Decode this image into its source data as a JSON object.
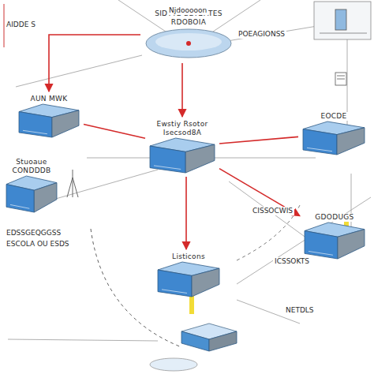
{
  "diagram": {
    "nodes": [
      {
        "text": [
          "SIDTTE BETDATES",
          "RDOBOIA"
        ]
      },
      {
        "text": [
          "AUN MWK"
        ]
      },
      {
        "text": [
          "Stuoaue",
          "CONDDDB"
        ]
      },
      {
        "text": [
          "Ewstiy Rsotor",
          "Isecsod8A"
        ]
      },
      {
        "text": [
          "EOCDE"
        ]
      },
      {
        "text": [
          "GDODUGS"
        ]
      },
      {
        "text": [
          "Listicons"
        ]
      }
    ],
    "edges": [
      {
        "from": 0,
        "to": 3,
        "arrow": "to"
      },
      {
        "from": 0,
        "to": 1,
        "arrow": "to"
      },
      {
        "from": 3,
        "to": 1,
        "arrow": "none"
      },
      {
        "from": 3,
        "to": 4,
        "arrow": "none"
      },
      {
        "from": 3,
        "to": 6,
        "arrow": "to"
      },
      {
        "from": 3,
        "to": 5,
        "arrow": "to"
      }
    ],
    "labels": [
      "AIDDE S",
      "Njdooooon",
      "POEAGIONSS",
      "EDSSGEQGGSS",
      "ESCOLA OU ESDS",
      "CISSOCWIS",
      "NETDLS",
      "ICSSOKTS"
    ]
  }
}
